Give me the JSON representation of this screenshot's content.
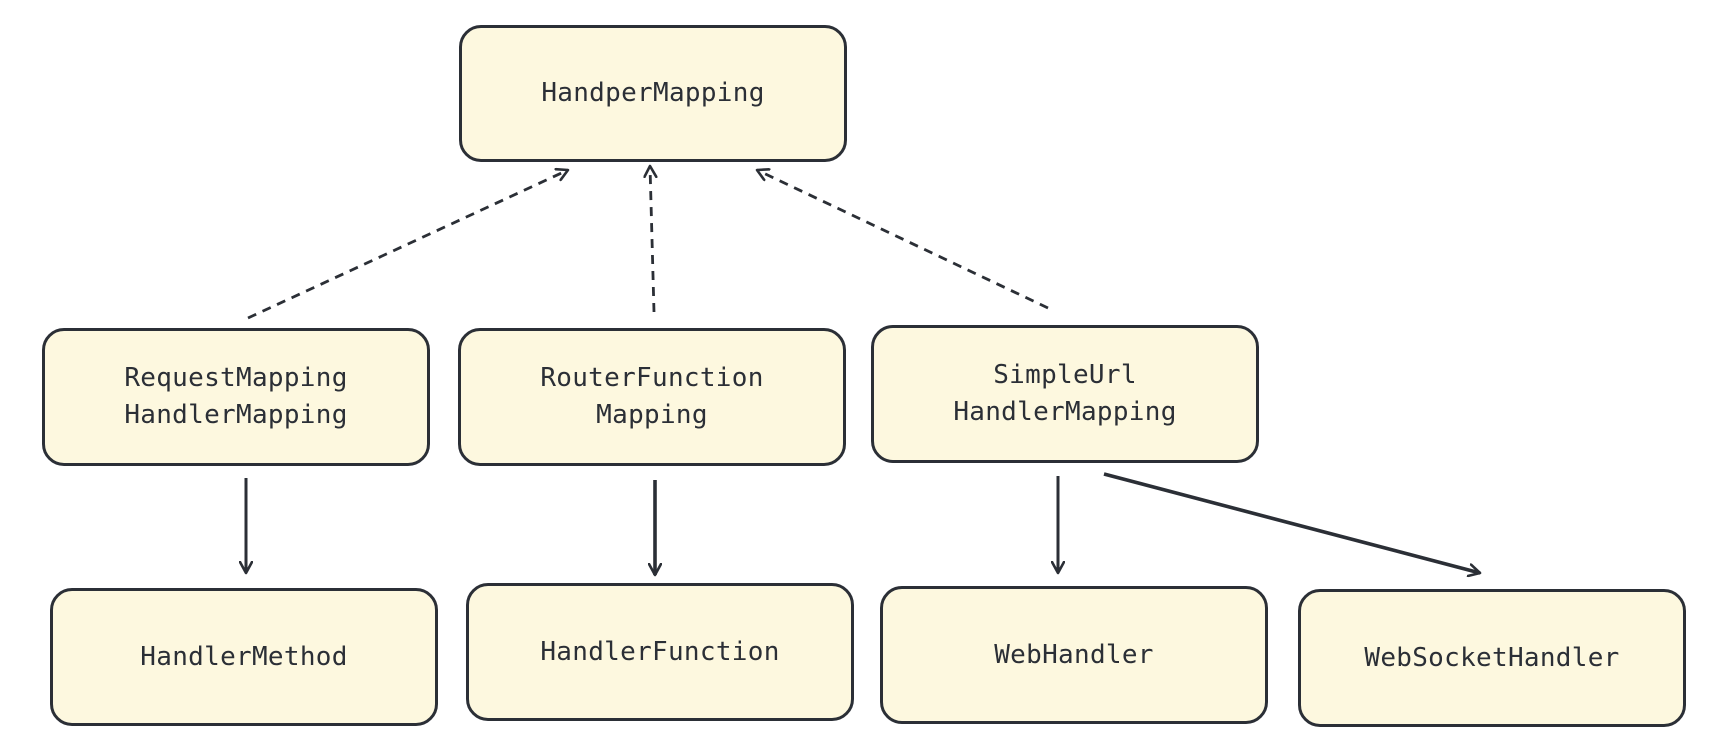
{
  "diagram": {
    "nodes": {
      "root": {
        "lines": [
          "HandperMapping"
        ]
      },
      "request_mapping": {
        "lines": [
          "RequestMapping",
          "HandlerMapping"
        ]
      },
      "router_function": {
        "lines": [
          "RouterFunction",
          "Mapping"
        ]
      },
      "simple_url": {
        "lines": [
          "SimpleUrl",
          "HandlerMapping"
        ]
      },
      "handler_method": {
        "lines": [
          "HandlerMethod"
        ]
      },
      "handler_function": {
        "lines": [
          "HandlerFunction"
        ]
      },
      "web_handler": {
        "lines": [
          "WebHandler"
        ]
      },
      "web_socket_handler": {
        "lines": [
          "WebSocketHandler"
        ]
      }
    },
    "edges": [
      {
        "from": "request_mapping",
        "to": "root",
        "style": "dashed"
      },
      {
        "from": "router_function",
        "to": "root",
        "style": "dashed"
      },
      {
        "from": "simple_url",
        "to": "root",
        "style": "dashed"
      },
      {
        "from": "request_mapping",
        "to": "handler_method",
        "style": "solid"
      },
      {
        "from": "router_function",
        "to": "handler_function",
        "style": "solid"
      },
      {
        "from": "simple_url",
        "to": "web_handler",
        "style": "solid"
      },
      {
        "from": "simple_url",
        "to": "web_socket_handler",
        "style": "solid"
      }
    ],
    "colors": {
      "node_fill": "#fdf8df",
      "stroke": "#2b2f36"
    }
  }
}
